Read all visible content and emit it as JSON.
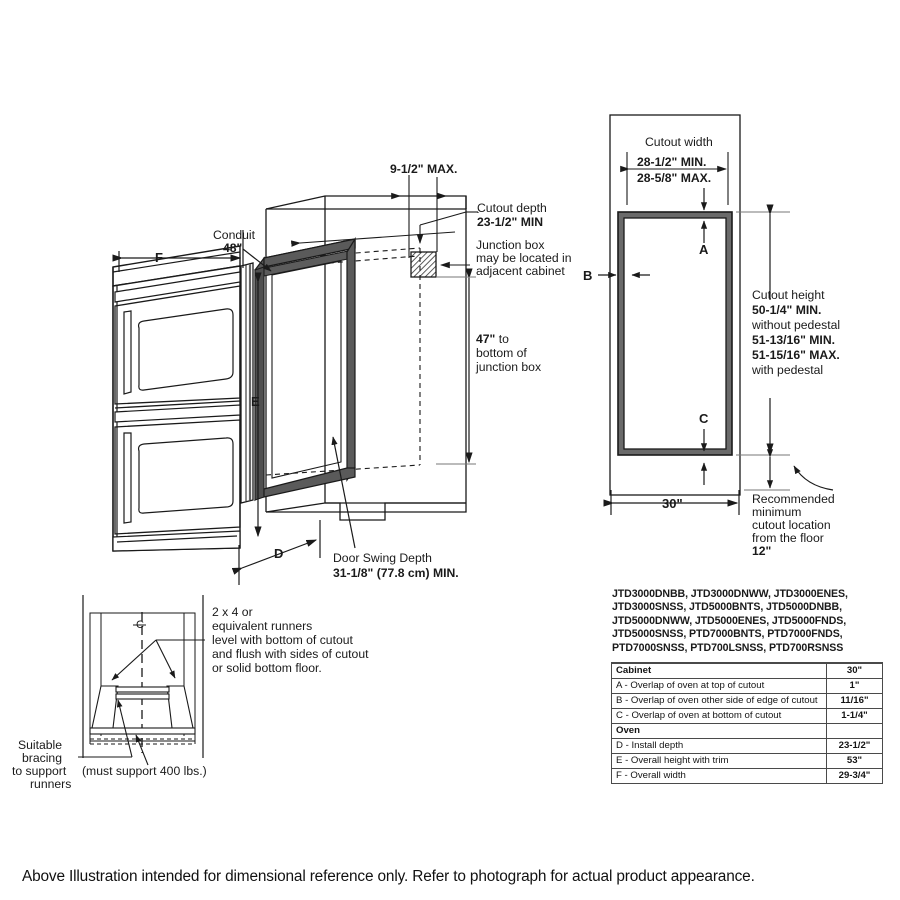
{
  "document": {
    "type": "installation-dimension-diagram",
    "footer_note": "Above Illustration intended for dimensional reference only. Refer to photograph for actual product appearance."
  },
  "oven_view": {
    "label_conduit": "Conduit",
    "value_conduit": "48\"",
    "label_F": "F",
    "label_E": "E",
    "label_D": "D",
    "label_max_depth": "9-1/2\" MAX.",
    "label_cutout_depth": "Cutout depth",
    "value_cutout_depth": "23-1/2\" MIN",
    "junction_line1": "Junction box",
    "junction_line2": "may be located in",
    "junction_line3": "adjacent cabinet",
    "jbox_height_value": "47\"",
    "jbox_height_rest": " to",
    "jbox_height_line2": "bottom of",
    "jbox_height_line3": "junction box",
    "door_swing_title": "Door Swing Depth",
    "door_swing_value": "31-1/8\" (77.8 cm) MIN."
  },
  "cutout_view": {
    "cutout_width_title": "Cutout width",
    "cutout_width_min": "28-1/2\" MIN.",
    "cutout_width_max": "28-5/8\" MAX.",
    "label_A": "A",
    "label_B": "B",
    "label_C": "C",
    "cabinet_width": "30\"",
    "cutout_height_title": "Cutout height",
    "cutout_height_min": "50-1/4\" MIN.",
    "cutout_height_min_note": "without pedestal",
    "cutout_height_ped_min": "51-13/16\" MIN.",
    "cutout_height_ped_max": "51-15/16\" MAX.",
    "cutout_height_ped_note": "with pedestal",
    "floor_note_line1": "Recommended",
    "floor_note_line2": "minimum",
    "floor_note_line3": "cutout location",
    "floor_note_line4": "from the floor",
    "floor_note_value": "12\""
  },
  "runner_view": {
    "centerline_symbol": "C",
    "note_line1": "2 x 4 or",
    "note_line2": "equivalent runners",
    "note_line3": "level with bottom of cutout",
    "note_line4": "and flush with sides of cutout",
    "note_line5": "or solid bottom floor.",
    "bracing_line1": "Suitable",
    "bracing_line2": "bracing",
    "bracing_line3": "to support",
    "bracing_line4": "runners",
    "support_note": "(must support 400 lbs.)"
  },
  "models": [
    "JTD3000DNBB, JTD3000DNWW, JTD3000ENES,",
    "JTD3000SNSS, JTD5000BNTS, JTD5000DNBB,",
    "JTD5000DNWW, JTD5000ENES, JTD5000FNDS,",
    "JTD5000SNSS, PTD7000BNTS, PTD7000FNDS,",
    "PTD7000SNSS, PTD700LSNSS, PTD700RSNSS"
  ],
  "spec_table": {
    "rows": [
      {
        "label": "Cabinet",
        "value": "30\"",
        "header": true
      },
      {
        "label": "A - Overlap of oven at top of cutout",
        "value": "1\"",
        "header": false
      },
      {
        "label": "B - Overlap of oven other side of edge of cutout",
        "value": "11/16\"",
        "header": false
      },
      {
        "label": "C - Overlap of oven at bottom of cutout",
        "value": "1-1/4\"",
        "header": false
      },
      {
        "label": "Oven",
        "value": "",
        "header": true
      },
      {
        "label": "D - Install depth",
        "value": "23-1/2\"",
        "header": false
      },
      {
        "label": "E - Overall height with trim",
        "value": "53\"",
        "header": false
      },
      {
        "label": "F - Overall width",
        "value": "29-3/4\"",
        "header": false
      }
    ]
  },
  "colors": {
    "line": "#1a1a1a",
    "frame_dark": "#555555",
    "frame_mid": "#6e6e6e",
    "hatch": "#444444",
    "dimension_gray": "#6b6b6b"
  }
}
